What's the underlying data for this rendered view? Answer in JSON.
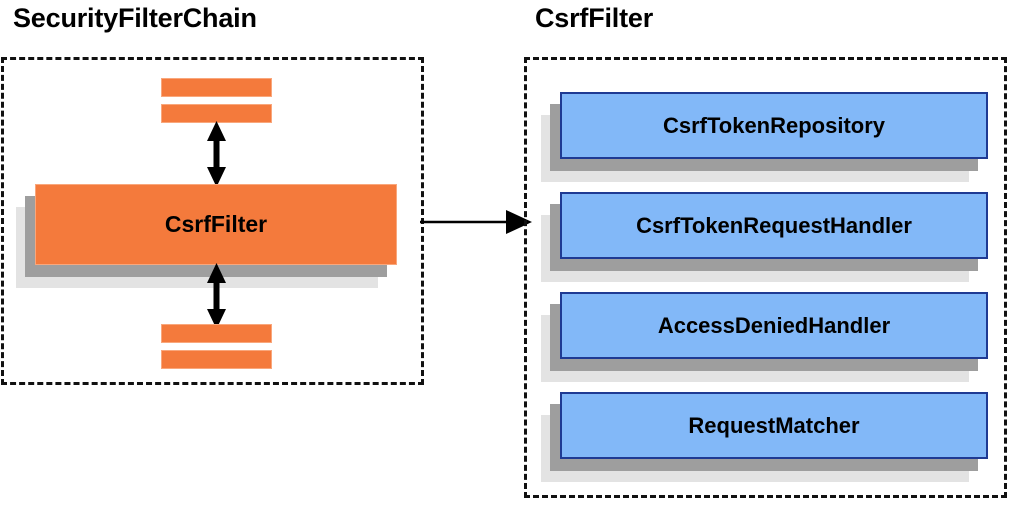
{
  "panels": {
    "left": {
      "title": "SecurityFilterChain",
      "highlighted_filter": "CsrfFilter",
      "filter_bars": [
        {
          "name": "filter-bar-above-1"
        },
        {
          "name": "filter-bar-above-2"
        },
        {
          "name": "filter-bar-below-1"
        },
        {
          "name": "filter-bar-below-2"
        }
      ],
      "arrows": [
        {
          "name": "bidirectional-arrow-above",
          "direction": "both"
        },
        {
          "name": "bidirectional-arrow-below",
          "direction": "both"
        }
      ]
    },
    "right": {
      "title": "CsrfFilter",
      "collaborators": [
        {
          "label": "CsrfTokenRepository"
        },
        {
          "label": "CsrfTokenRequestHandler"
        },
        {
          "label": "AccessDeniedHandler"
        },
        {
          "label": "RequestMatcher"
        }
      ]
    }
  },
  "connector": {
    "name": "csrffilter-expansion-arrow",
    "direction": "right"
  },
  "colors": {
    "orange_fill": "#f47a3c",
    "orange_border": "#f9a77c",
    "blue_fill": "#82b8f8",
    "blue_border": "#1f3a93",
    "shadow_dark": "#9e9e9e",
    "shadow_light": "#e3e3e3",
    "dashed_border": "#111111",
    "text": "#000000",
    "background": "#ffffff"
  }
}
